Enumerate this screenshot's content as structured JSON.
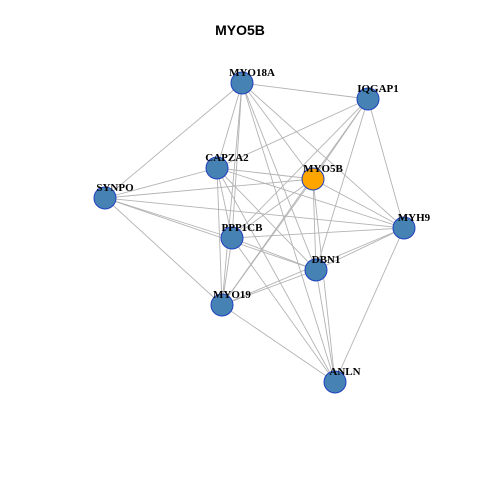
{
  "title": "MYO5B",
  "colors": {
    "node_fill": "#4682b4",
    "node_border": "#1f3fbf",
    "focus_fill": "#ffa500",
    "edge": "#b3b3b3"
  },
  "network": {
    "focus_node": "MYO5B",
    "nodes": [
      {
        "id": "MYO18A",
        "label": "MYO18A"
      },
      {
        "id": "IQGAP1",
        "label": "IQGAP1"
      },
      {
        "id": "CAPZA2",
        "label": "CAPZA2"
      },
      {
        "id": "MYO5B",
        "label": "MYO5B"
      },
      {
        "id": "SYNPO",
        "label": "SYNPO"
      },
      {
        "id": "MYH9",
        "label": "MYH9"
      },
      {
        "id": "PPP1CB",
        "label": "PPP1CB"
      },
      {
        "id": "DBN1",
        "label": "DBN1"
      },
      {
        "id": "MYO19",
        "label": "MYO19"
      },
      {
        "id": "ANLN",
        "label": "ANLN"
      }
    ],
    "edges": [
      [
        "MYO18A",
        "IQGAP1"
      ],
      [
        "MYO18A",
        "SYNPO"
      ],
      [
        "MYO18A",
        "CAPZA2"
      ],
      [
        "MYO18A",
        "MYO5B"
      ],
      [
        "MYO18A",
        "MYH9"
      ],
      [
        "MYO18A",
        "PPP1CB"
      ],
      [
        "MYO18A",
        "DBN1"
      ],
      [
        "MYO18A",
        "MYO19"
      ],
      [
        "MYO18A",
        "ANLN"
      ],
      [
        "IQGAP1",
        "CAPZA2"
      ],
      [
        "IQGAP1",
        "MYO5B"
      ],
      [
        "IQGAP1",
        "MYH9"
      ],
      [
        "IQGAP1",
        "PPP1CB"
      ],
      [
        "IQGAP1",
        "DBN1"
      ],
      [
        "IQGAP1",
        "MYO19"
      ],
      [
        "CAPZA2",
        "SYNPO"
      ],
      [
        "CAPZA2",
        "MYO5B"
      ],
      [
        "CAPZA2",
        "MYH9"
      ],
      [
        "CAPZA2",
        "PPP1CB"
      ],
      [
        "CAPZA2",
        "DBN1"
      ],
      [
        "CAPZA2",
        "MYO19"
      ],
      [
        "CAPZA2",
        "ANLN"
      ],
      [
        "MYO5B",
        "SYNPO"
      ],
      [
        "MYO5B",
        "MYH9"
      ],
      [
        "MYO5B",
        "PPP1CB"
      ],
      [
        "MYO5B",
        "DBN1"
      ],
      [
        "MYO5B",
        "MYO19"
      ],
      [
        "MYO5B",
        "ANLN"
      ],
      [
        "SYNPO",
        "MYH9"
      ],
      [
        "SYNPO",
        "PPP1CB"
      ],
      [
        "SYNPO",
        "DBN1"
      ],
      [
        "SYNPO",
        "MYO19"
      ],
      [
        "MYH9",
        "PPP1CB"
      ],
      [
        "MYH9",
        "DBN1"
      ],
      [
        "MYH9",
        "MYO19"
      ],
      [
        "MYH9",
        "ANLN"
      ],
      [
        "PPP1CB",
        "DBN1"
      ],
      [
        "PPP1CB",
        "MYO19"
      ],
      [
        "PPP1CB",
        "ANLN"
      ],
      [
        "DBN1",
        "MYO19"
      ],
      [
        "DBN1",
        "ANLN"
      ],
      [
        "MYO19",
        "ANLN"
      ]
    ]
  }
}
